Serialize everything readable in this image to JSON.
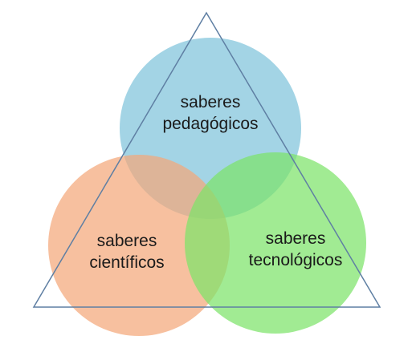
{
  "diagram": {
    "circles": [
      {
        "key": "pedagogicos",
        "line1": "saberes",
        "line2": "pedagógicos",
        "color": "#7fc3db"
      },
      {
        "key": "cientificos",
        "line1": "saberes",
        "line2": "científicos",
        "color": "#f4a77a"
      },
      {
        "key": "tecnologicos",
        "line1": "saberes",
        "line2": "tecnológicos",
        "color": "#7de36a"
      }
    ],
    "triangle_color": "#5f7fa3"
  }
}
